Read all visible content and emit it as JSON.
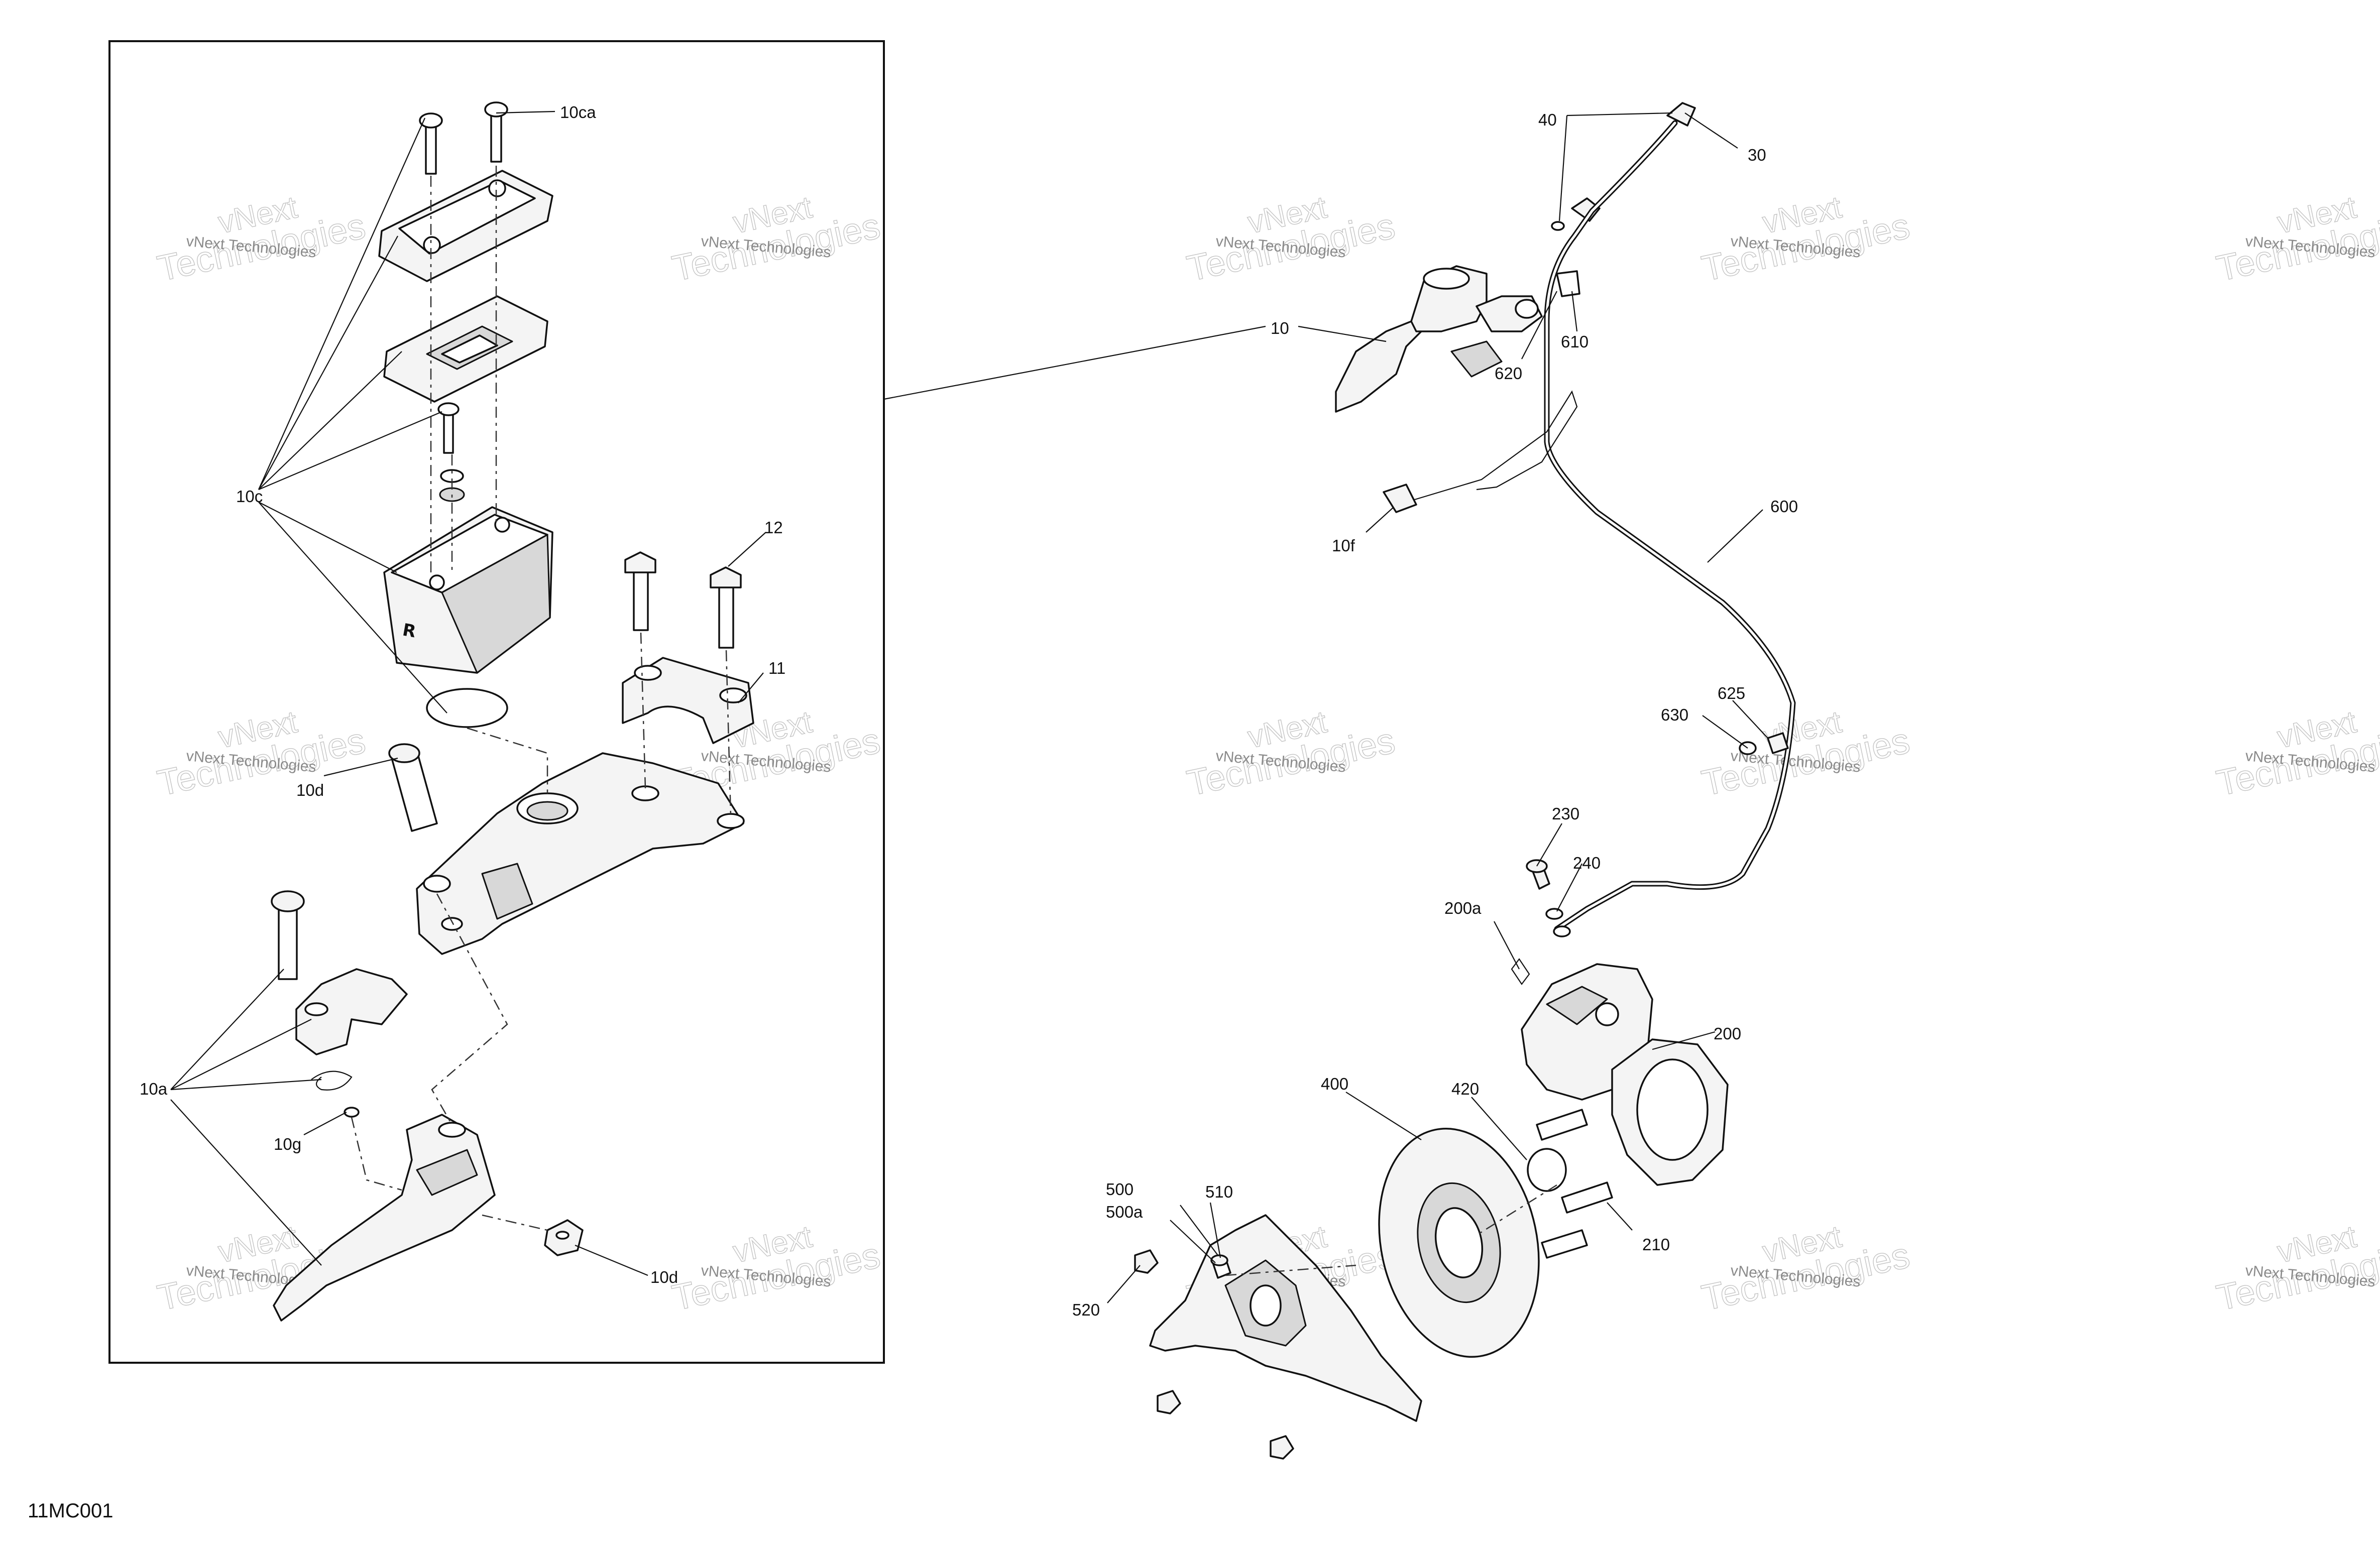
{
  "diagram": {
    "code": "11MC001",
    "watermark": {
      "brand": "vNext",
      "text": "vNext Technologies",
      "overlay": "Technologies"
    },
    "callouts": [
      "10ca",
      "10c",
      "12",
      "11",
      "10d",
      "10a",
      "10g",
      "10d",
      "40",
      "30",
      "10",
      "620",
      "610",
      "10f",
      "600",
      "625",
      "630",
      "230",
      "240",
      "200a",
      "200",
      "400",
      "420",
      "500",
      "500a",
      "510",
      "520",
      "210"
    ]
  }
}
